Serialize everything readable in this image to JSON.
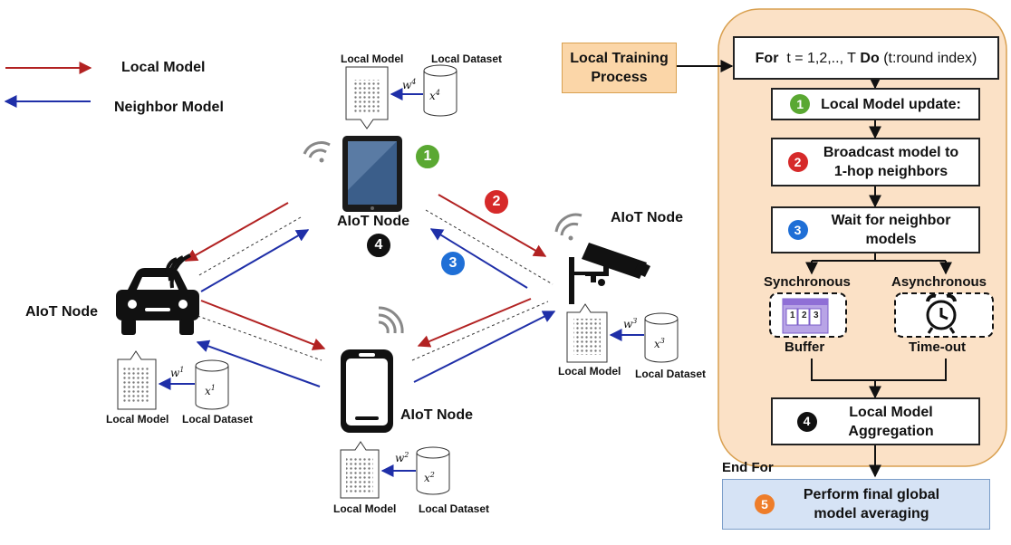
{
  "legend": {
    "local_model": "Local Model",
    "neighbor_model": "Neighbor Model",
    "local_color": "#b22222",
    "neighbor_color": "#1f2fa8"
  },
  "nodes": {
    "label": "AIoT Node"
  },
  "labels": {
    "local_model": "Local Model",
    "local_dataset": "Local Dataset"
  },
  "weights": {
    "w4": "w",
    "w4_sup": "4",
    "x4": "x",
    "x4_sup": "4",
    "w1": "w",
    "w1_sup": "1",
    "x1": "x",
    "x1_sup": "1",
    "w2": "w",
    "w2_sup": "2",
    "x2": "x",
    "x2_sup": "2",
    "w3": "w",
    "w3_sup": "3",
    "x3": "x",
    "x3_sup": "3"
  },
  "steps": {
    "s1": "1",
    "s2": "2",
    "s3": "3",
    "s4": "4",
    "s5": "5",
    "c1": "#5aa832",
    "c2": "#d62a2a",
    "c3": "#1f6fd6",
    "c4": "#111111",
    "c5": "#ee7d2a"
  },
  "process": {
    "training_label": "Local Training Process",
    "for_keyword": "For",
    "for_range": "t = 1,2,.., T",
    "do_keyword": "Do",
    "round_note": "(t:round index)",
    "step1": "Local Model update:",
    "step2": "Broadcast model to 1-hop neighbors",
    "step3": "Wait for neighbor models",
    "synchronous": "Synchronous",
    "asynchronous": "Asynchronous",
    "buffer": "Buffer",
    "buffer_cells": [
      "1",
      "2",
      "3"
    ],
    "timeout": "Time-out",
    "step4": "Local Model Aggregation",
    "end_for": "End For",
    "step5": "Perform final global model averaging",
    "panel_color": "#fbe1c6",
    "training_box_color": "#fbd6a8",
    "final_box_color": "#d6e3f5"
  }
}
